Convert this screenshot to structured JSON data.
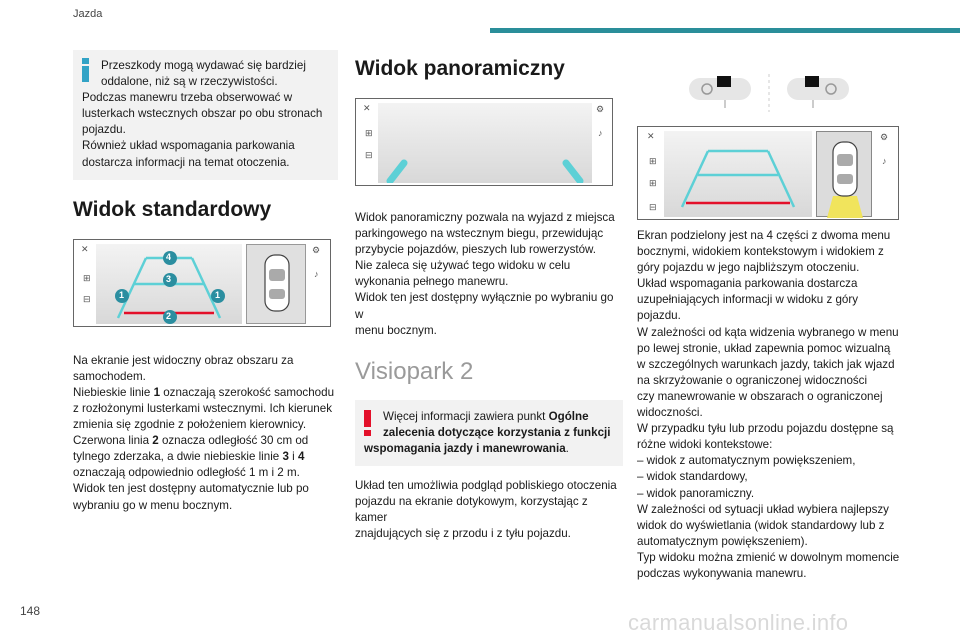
{
  "header": {
    "section": "Jazda",
    "accent": "#2a8e9a"
  },
  "page_number": "148",
  "watermark": "carmanualsonline.info",
  "col1": {
    "info_lines": [
      "Przeszkody mogą wydawać się bardziej",
      "oddalone, niż są w rzeczywistości.",
      "Podczas manewru trzeba obserwować w",
      "lusterkach wstecznych obszar po obu stronach",
      "pojazdu.",
      "Również układ wspomagania parkowania",
      "dostarcza informacji na temat otoczenia."
    ],
    "standard_title": "Widok standardowy",
    "markers": {
      "m1": "1",
      "m2": "2",
      "m3": "3",
      "m4": "4"
    },
    "body_lines": [
      "Na ekranie jest widoczny obraz obszaru za",
      "samochodem.",
      "Niebieskie linie ",
      "1",
      " oznaczają szerokość samochodu",
      "z rozłożonymi lusterkami wstecznymi. Ich kierunek",
      "zmienia się zgodnie z położeniem kierownicy.",
      "Czerwona linia ",
      "2",
      " oznacza odległość 30 cm od",
      "tylnego zderzaka, a dwie niebieskie linie ",
      "3",
      " i ",
      "4",
      "oznaczają odpowiednio odległość 1 m i 2 m.",
      "Widok ten jest dostępny automatycznie lub po",
      "wybraniu go w menu bocznym."
    ]
  },
  "col2": {
    "panoramic_title": "Widok panoramiczny",
    "panoramic_lines": [
      "Widok panoramiczny pozwala na wyjazd z miejsca",
      "parkingowego na wstecznym biegu, przewidując",
      "przybycie pojazdów, pieszych lub rowerzystów.",
      "Nie zaleca się używać tego widoku w celu",
      "wykonania pełnego manewru.",
      "Widok ten jest dostępny wyłącznie po wybraniu go w",
      "menu bocznym."
    ],
    "visiopark_title": "Visiopark 2",
    "warn_parts": [
      "Więcej informacji zawiera punkt ",
      "Ogólne",
      "zalecenia dotyczące korzystania z funkcji",
      "wspomagania jazdy i manewrowania",
      "."
    ],
    "visiopark_lines": [
      "Układ ten umożliwia podgląd pobliskiego otoczenia",
      "pojazdu na ekranie dotykowym, korzystając z kamer",
      "znajdujących się z przodu i z tyłu pojazdu."
    ]
  },
  "col3": {
    "lines": [
      "Ekran podzielony jest na 4 części z dwoma menu",
      "bocznymi, widokiem kontekstowym i widokiem z",
      "góry pojazdu w jego najbliższym otoczeniu.",
      "Układ wspomagania parkowania dostarcza",
      "uzupełniających informacji w widoku z góry pojazdu.",
      "W zależności od kąta widzenia wybranego w menu",
      "po lewej stronie, układ zapewnia pomoc wizualną",
      "w szczególnych warunkach jazdy, takich jak wjazd",
      "na skrzyżowanie o ograniczonej widoczności",
      "czy manewrowanie w obszarach o ograniczonej",
      "widoczności.",
      "W przypadku tyłu lub przodu pojazdu dostępne są",
      "różne widoki kontekstowe:",
      "–  widok z automatycznym powiększeniem,",
      "–  widok standardowy,",
      "–  widok panoramiczny.",
      "W zależności od sytuacji układ wybiera najlepszy",
      "widok do wyświetlania (widok standardowy lub z",
      "automatycznym powiększeniem).",
      "Typ widoku można zmienić w dowolnym momencie",
      "podczas wykonywania manewru."
    ]
  },
  "colors": {
    "info": "#33a3c6",
    "warning": "#e3102a",
    "guide_blue": "#5dd0d6",
    "guide_red": "#e3102a",
    "zone_yellow": "#f1e45c"
  }
}
